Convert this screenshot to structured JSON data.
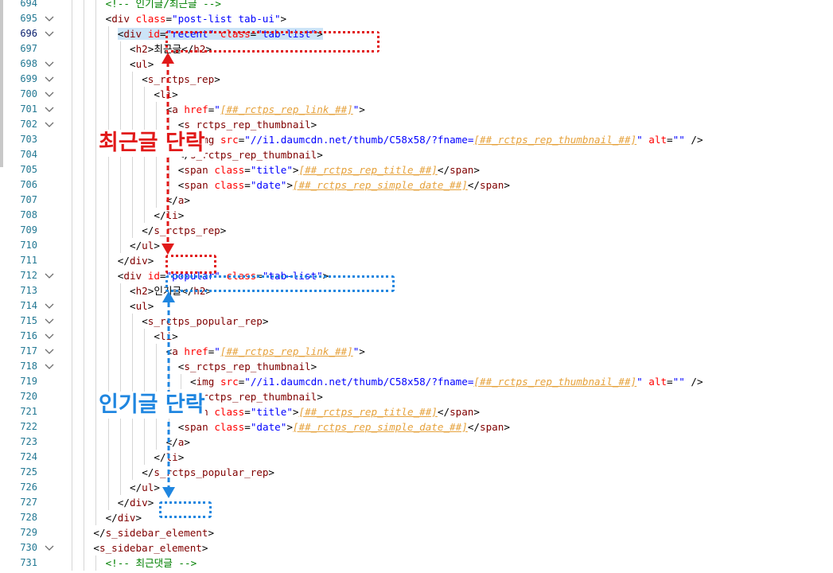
{
  "annotations": {
    "recent_label": "최근글 단락",
    "popular_label": "인기글 단락",
    "colors": {
      "recent": "#e11919",
      "popular": "#1f86e0"
    }
  },
  "syntax_colors": {
    "tag": "#800000",
    "attr": "#ff0000",
    "string": "#0000ff",
    "comment": "#008000",
    "template_var": "#e6a23c",
    "line_number": "#237893"
  },
  "lines": [
    {
      "num": "694",
      "fold": false,
      "indent": 3,
      "parts": [
        [
          "cmt",
          "<!-- 인기글/최근글 -->"
        ]
      ]
    },
    {
      "num": "695",
      "fold": true,
      "indent": 3,
      "parts": [
        [
          "plain",
          "<"
        ],
        [
          "tag",
          "div "
        ],
        [
          "attr",
          "class"
        ],
        [
          "plain",
          "="
        ],
        [
          "str",
          "\"post-list tab-ui\""
        ],
        [
          "plain",
          ">"
        ]
      ]
    },
    {
      "num": "696",
      "fold": true,
      "indent": 4,
      "active": true,
      "hl": true,
      "parts": [
        [
          "plain",
          "<"
        ],
        [
          "tag",
          "div "
        ],
        [
          "attr",
          "id"
        ],
        [
          "plain",
          "="
        ],
        [
          "str",
          "\"recent\" "
        ],
        [
          "attr",
          "class"
        ],
        [
          "plain",
          "="
        ],
        [
          "str",
          "\"tab-list\""
        ],
        [
          "plain",
          ">"
        ]
      ]
    },
    {
      "num": "697",
      "fold": false,
      "indent": 5,
      "parts": [
        [
          "plain",
          "<"
        ],
        [
          "tag",
          "h2"
        ],
        [
          "plain",
          ">최근글</"
        ],
        [
          "tag",
          "h2"
        ],
        [
          "plain",
          ">"
        ]
      ]
    },
    {
      "num": "698",
      "fold": true,
      "indent": 5,
      "parts": [
        [
          "plain",
          "<"
        ],
        [
          "tag",
          "ul"
        ],
        [
          "plain",
          ">"
        ]
      ]
    },
    {
      "num": "699",
      "fold": true,
      "indent": 6,
      "parts": [
        [
          "plain",
          "<"
        ],
        [
          "tag",
          "s_rctps_rep"
        ],
        [
          "plain",
          ">"
        ]
      ]
    },
    {
      "num": "700",
      "fold": true,
      "indent": 7,
      "parts": [
        [
          "plain",
          "<"
        ],
        [
          "tag",
          "li"
        ],
        [
          "plain",
          ">"
        ]
      ]
    },
    {
      "num": "701",
      "fold": true,
      "indent": 8,
      "parts": [
        [
          "plain",
          "<"
        ],
        [
          "tag",
          "a "
        ],
        [
          "attr",
          "href"
        ],
        [
          "plain",
          "="
        ],
        [
          "str",
          "\""
        ],
        [
          "var",
          "[##_rctps_rep_link_##]"
        ],
        [
          "str",
          "\""
        ],
        [
          "plain",
          ">"
        ]
      ]
    },
    {
      "num": "702",
      "fold": true,
      "indent": 9,
      "parts": [
        [
          "plain",
          "<"
        ],
        [
          "tag",
          "s_rctps_rep_thumbnail"
        ],
        [
          "plain",
          ">"
        ]
      ]
    },
    {
      "num": "703",
      "fold": false,
      "indent": 10,
      "parts": [
        [
          "plain",
          "<"
        ],
        [
          "tag",
          "img "
        ],
        [
          "attr",
          "src"
        ],
        [
          "plain",
          "="
        ],
        [
          "str",
          "\"//i1.daumcdn.net/thumb/C58x58/?fname="
        ],
        [
          "var",
          "[##_rctps_rep_thumbnail_##]"
        ],
        [
          "str",
          "\" "
        ],
        [
          "attr",
          "alt"
        ],
        [
          "plain",
          "="
        ],
        [
          "str",
          "\"\" "
        ],
        [
          "plain",
          "/>"
        ]
      ]
    },
    {
      "num": "704",
      "fold": false,
      "indent": 9,
      "parts": [
        [
          "plain",
          "</"
        ],
        [
          "tag",
          "s_rctps_rep_thumbnail"
        ],
        [
          "plain",
          ">"
        ]
      ]
    },
    {
      "num": "705",
      "fold": false,
      "indent": 9,
      "parts": [
        [
          "plain",
          "<"
        ],
        [
          "tag",
          "span "
        ],
        [
          "attr",
          "class"
        ],
        [
          "plain",
          "="
        ],
        [
          "str",
          "\"title\""
        ],
        [
          "plain",
          ">"
        ],
        [
          "var",
          "[##_rctps_rep_title_##]"
        ],
        [
          "plain",
          "</"
        ],
        [
          "tag",
          "span"
        ],
        [
          "plain",
          ">"
        ]
      ]
    },
    {
      "num": "706",
      "fold": false,
      "indent": 9,
      "parts": [
        [
          "plain",
          "<"
        ],
        [
          "tag",
          "span "
        ],
        [
          "attr",
          "class"
        ],
        [
          "plain",
          "="
        ],
        [
          "str",
          "\"date\""
        ],
        [
          "plain",
          ">"
        ],
        [
          "var",
          "[##_rctps_rep_simple_date_##]"
        ],
        [
          "plain",
          "</"
        ],
        [
          "tag",
          "span"
        ],
        [
          "plain",
          ">"
        ]
      ]
    },
    {
      "num": "707",
      "fold": false,
      "indent": 8,
      "parts": [
        [
          "plain",
          "</"
        ],
        [
          "tag",
          "a"
        ],
        [
          "plain",
          ">"
        ]
      ]
    },
    {
      "num": "708",
      "fold": false,
      "indent": 7,
      "parts": [
        [
          "plain",
          "</"
        ],
        [
          "tag",
          "li"
        ],
        [
          "plain",
          ">"
        ]
      ]
    },
    {
      "num": "709",
      "fold": false,
      "indent": 6,
      "parts": [
        [
          "plain",
          "</"
        ],
        [
          "tag",
          "s_rctps_rep"
        ],
        [
          "plain",
          ">"
        ]
      ]
    },
    {
      "num": "710",
      "fold": false,
      "indent": 5,
      "parts": [
        [
          "plain",
          "</"
        ],
        [
          "tag",
          "ul"
        ],
        [
          "plain",
          ">"
        ]
      ]
    },
    {
      "num": "711",
      "fold": false,
      "indent": 4,
      "parts": [
        [
          "plain",
          "</"
        ],
        [
          "tag",
          "div"
        ],
        [
          "plain",
          ">"
        ]
      ]
    },
    {
      "num": "712",
      "fold": true,
      "indent": 4,
      "parts": [
        [
          "plain",
          "<"
        ],
        [
          "tag",
          "div "
        ],
        [
          "attr",
          "id"
        ],
        [
          "plain",
          "="
        ],
        [
          "str",
          "\"popular\" "
        ],
        [
          "attr",
          "class"
        ],
        [
          "plain",
          "="
        ],
        [
          "str",
          "\"tab-list\""
        ],
        [
          "plain",
          ">"
        ]
      ]
    },
    {
      "num": "713",
      "fold": false,
      "indent": 5,
      "parts": [
        [
          "plain",
          "<"
        ],
        [
          "tag",
          "h2"
        ],
        [
          "plain",
          ">인기글</"
        ],
        [
          "tag",
          "h2"
        ],
        [
          "plain",
          ">"
        ]
      ]
    },
    {
      "num": "714",
      "fold": true,
      "indent": 5,
      "parts": [
        [
          "plain",
          "<"
        ],
        [
          "tag",
          "ul"
        ],
        [
          "plain",
          ">"
        ]
      ]
    },
    {
      "num": "715",
      "fold": true,
      "indent": 6,
      "parts": [
        [
          "plain",
          "<"
        ],
        [
          "tag",
          "s_rctps_popular_rep"
        ],
        [
          "plain",
          ">"
        ]
      ]
    },
    {
      "num": "716",
      "fold": true,
      "indent": 7,
      "parts": [
        [
          "plain",
          "<"
        ],
        [
          "tag",
          "li"
        ],
        [
          "plain",
          ">"
        ]
      ]
    },
    {
      "num": "717",
      "fold": true,
      "indent": 8,
      "parts": [
        [
          "plain",
          "<"
        ],
        [
          "tag",
          "a "
        ],
        [
          "attr",
          "href"
        ],
        [
          "plain",
          "="
        ],
        [
          "str",
          "\""
        ],
        [
          "var",
          "[##_rctps_rep_link_##]"
        ],
        [
          "str",
          "\""
        ],
        [
          "plain",
          ">"
        ]
      ]
    },
    {
      "num": "718",
      "fold": true,
      "indent": 9,
      "parts": [
        [
          "plain",
          "<"
        ],
        [
          "tag",
          "s_rctps_rep_thumbnail"
        ],
        [
          "plain",
          ">"
        ]
      ]
    },
    {
      "num": "719",
      "fold": false,
      "indent": 10,
      "parts": [
        [
          "plain",
          "<"
        ],
        [
          "tag",
          "img "
        ],
        [
          "attr",
          "src"
        ],
        [
          "plain",
          "="
        ],
        [
          "str",
          "\"//i1.daumcdn.net/thumb/C58x58/?fname="
        ],
        [
          "var",
          "[##_rctps_rep_thumbnail_##]"
        ],
        [
          "str",
          "\" "
        ],
        [
          "attr",
          "alt"
        ],
        [
          "plain",
          "="
        ],
        [
          "str",
          "\"\" "
        ],
        [
          "plain",
          "/>"
        ]
      ]
    },
    {
      "num": "720",
      "fold": false,
      "indent": 9,
      "parts": [
        [
          "plain",
          "</"
        ],
        [
          "tag",
          "s_rctps_rep_thumbnail"
        ],
        [
          "plain",
          ">"
        ]
      ]
    },
    {
      "num": "721",
      "fold": false,
      "indent": 9,
      "parts": [
        [
          "plain",
          "<"
        ],
        [
          "tag",
          "span "
        ],
        [
          "attr",
          "class"
        ],
        [
          "plain",
          "="
        ],
        [
          "str",
          "\"title\""
        ],
        [
          "plain",
          ">"
        ],
        [
          "var",
          "[##_rctps_rep_title_##]"
        ],
        [
          "plain",
          "</"
        ],
        [
          "tag",
          "span"
        ],
        [
          "plain",
          ">"
        ]
      ]
    },
    {
      "num": "722",
      "fold": false,
      "indent": 9,
      "parts": [
        [
          "plain",
          "<"
        ],
        [
          "tag",
          "span "
        ],
        [
          "attr",
          "class"
        ],
        [
          "plain",
          "="
        ],
        [
          "str",
          "\"date\""
        ],
        [
          "plain",
          ">"
        ],
        [
          "var",
          "[##_rctps_rep_simple_date_##]"
        ],
        [
          "plain",
          "</"
        ],
        [
          "tag",
          "span"
        ],
        [
          "plain",
          ">"
        ]
      ]
    },
    {
      "num": "723",
      "fold": false,
      "indent": 8,
      "parts": [
        [
          "plain",
          "</"
        ],
        [
          "tag",
          "a"
        ],
        [
          "plain",
          ">"
        ]
      ]
    },
    {
      "num": "724",
      "fold": false,
      "indent": 7,
      "parts": [
        [
          "plain",
          "</"
        ],
        [
          "tag",
          "li"
        ],
        [
          "plain",
          ">"
        ]
      ]
    },
    {
      "num": "725",
      "fold": false,
      "indent": 6,
      "parts": [
        [
          "plain",
          "</"
        ],
        [
          "tag",
          "s_rctps_popular_rep"
        ],
        [
          "plain",
          ">"
        ]
      ]
    },
    {
      "num": "726",
      "fold": false,
      "indent": 5,
      "parts": [
        [
          "plain",
          "</"
        ],
        [
          "tag",
          "ul"
        ],
        [
          "plain",
          ">"
        ]
      ]
    },
    {
      "num": "727",
      "fold": false,
      "indent": 4,
      "parts": [
        [
          "plain",
          "</"
        ],
        [
          "tag",
          "div"
        ],
        [
          "plain",
          ">"
        ]
      ]
    },
    {
      "num": "728",
      "fold": false,
      "indent": 3,
      "parts": [
        [
          "plain",
          "</"
        ],
        [
          "tag",
          "div"
        ],
        [
          "plain",
          ">"
        ]
      ]
    },
    {
      "num": "729",
      "fold": false,
      "indent": 2,
      "parts": [
        [
          "plain",
          "</"
        ],
        [
          "tag",
          "s_sidebar_element"
        ],
        [
          "plain",
          ">"
        ]
      ]
    },
    {
      "num": "730",
      "fold": true,
      "indent": 2,
      "parts": [
        [
          "plain",
          "<"
        ],
        [
          "tag",
          "s_sidebar_element"
        ],
        [
          "plain",
          ">"
        ]
      ]
    },
    {
      "num": "731",
      "fold": false,
      "indent": 3,
      "parts": [
        [
          "cmt",
          "<!-- 최근댓글 -->"
        ]
      ]
    }
  ]
}
